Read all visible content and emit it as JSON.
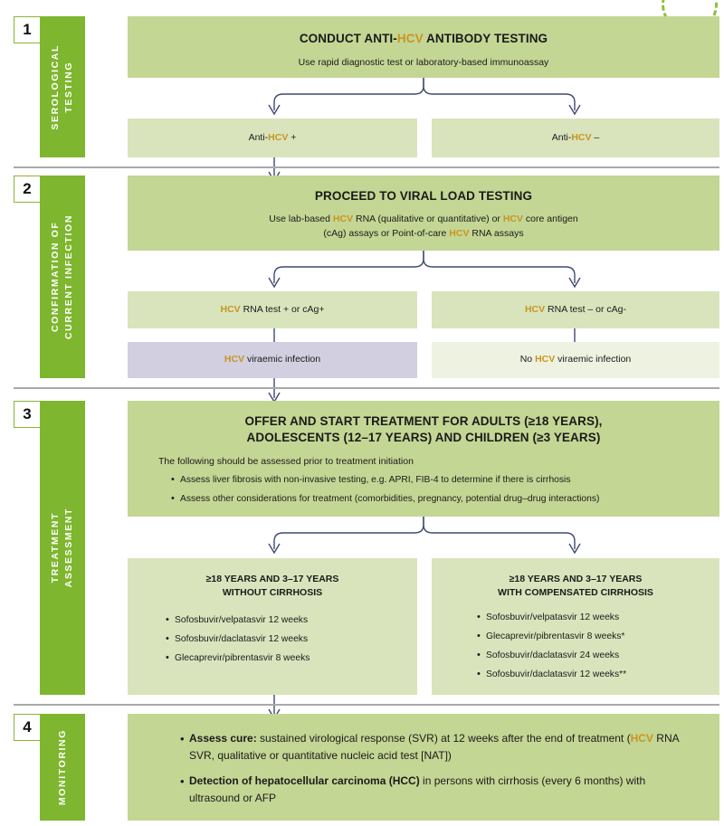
{
  "decor": {
    "arc": "dashed-green-arc"
  },
  "accent": {
    "hcv_text": "#c99521",
    "sidebar_green": "#7eb62f",
    "head_green": "#c4d694",
    "sub_green": "#d9e4bc",
    "purple": "#d1cfe0",
    "pale": "#eef2e1",
    "connector": "#3f4a70"
  },
  "sections": [
    {
      "number": "1",
      "sidebar_label": "SEROLOGICAL\nTESTING",
      "head_title_pre": "CONDUCT ANTI-",
      "head_title_hcv": "HCV",
      "head_title_post": " ANTIBODY TESTING",
      "head_sub": "Use rapid diagnostic test or laboratory-based immunoassay",
      "left_outcome_pre": "Anti-",
      "left_outcome_hcv": "HCV",
      "left_outcome_post": " +",
      "right_outcome_pre": "Anti-",
      "right_outcome_hcv": "HCV",
      "right_outcome_post": " –"
    },
    {
      "number": "2",
      "sidebar_label": "CONFIRMATION OF\nCURRENT INFECTION",
      "head_title": "PROCEED TO VIRAL LOAD TESTING",
      "head_sub_line1_a": "Use lab-based ",
      "head_sub_line1_hcv1": "HCV",
      "head_sub_line1_b": " RNA (qualitative or quantitative) or ",
      "head_sub_line1_hcv2": "HCV",
      "head_sub_line1_c": " core antigen",
      "head_sub_line2_a": "(cAg) assays or Point-of-care ",
      "head_sub_line2_hcv": "HCV",
      "head_sub_line2_b": " RNA assays",
      "left_test_hcv": "HCV",
      "left_test_rest": " RNA test + or cAg+",
      "right_test_hcv": "HCV",
      "right_test_rest": " RNA test – or cAg-",
      "left_result_hcv": "HCV",
      "left_result_rest": " viraemic infection",
      "right_result_pre": "No ",
      "right_result_hcv": "HCV",
      "right_result_rest": " viraemic infection"
    },
    {
      "number": "3",
      "sidebar_label": "TREATMENT\nASSESSMENT",
      "head_title_line1": "OFFER AND START TREATMENT FOR ADULTS (≥18 YEARS),",
      "head_title_line2": "ADOLESCENTS (12–17 YEARS) AND CHILDREN (≥3 YEARS)",
      "head_lead": "The following should be assessed prior to treatment initiation",
      "head_bullets": [
        "Assess liver fibrosis with non-invasive testing, e.g. APRI, FIB-4 to determine if there is cirrhosis",
        "Assess other considerations for treatment (comorbidities, pregnancy, potential drug–drug interactions)"
      ],
      "left_box_title_line1": "≥18 YEARS AND 3–17 YEARS",
      "left_box_title_line2": "WITHOUT CIRRHOSIS",
      "left_box_items": [
        "Sofosbuvir/velpatasvir 12 weeks",
        "Sofosbuvir/daclatasvir 12 weeks",
        "Glecaprevir/pibrentasvir 8 weeks"
      ],
      "right_box_title_line1": "≥18 YEARS AND 3–17 YEARS",
      "right_box_title_line2": "WITH COMPENSATED CIRRHOSIS",
      "right_box_items": [
        "Sofosbuvir/velpatasvir 12 weeks",
        "Glecaprevir/pibrentasvir 8 weeks*",
        "Sofosbuvir/daclatasvir 24 weeks",
        "Sofosbuvir/daclatasvir 12 weeks**"
      ]
    },
    {
      "number": "4",
      "sidebar_label": "MONITORING",
      "bullet1_bold": "Assess cure:",
      "bullet1_a": " sustained virological response (SVR) at 12 weeks after the end of treatment (",
      "bullet1_hcv": "HCV",
      "bullet1_b": " RNA SVR, qualitative or quantitative nucleic acid test [NAT])",
      "bullet2_bold": "Detection of hepatocellular carcinoma (HCC)",
      "bullet2_rest": " in persons with cirrhosis (every 6 months) with ultrasound or AFP"
    }
  ]
}
